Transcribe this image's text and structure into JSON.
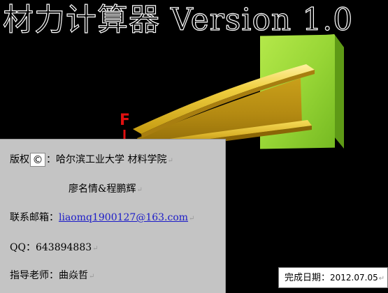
{
  "window": {
    "title": "材力计算器 Version 1.0"
  },
  "scene": {
    "force_label": "F"
  },
  "info": {
    "copyright_label": "版权",
    "copyright_symbol": "©",
    "copyright_sep": "：",
    "institution": "哈尔滨工业大学 材料学院",
    "authors": "廖名情&程鹏辉",
    "email_label": "联系邮箱：",
    "email": "liaomq1900127@163.com",
    "qq_label": "QQ：",
    "qq": "643894883",
    "advisor_label": "指导老师：",
    "advisor": "曲焱哲",
    "paragraph_mark": "↵"
  },
  "footer": {
    "completion_label": "完成日期：",
    "completion_date": "2012.07.05",
    "paragraph_mark": "↵"
  },
  "colors": {
    "background": "#000000",
    "beam": "#d9b21a",
    "wall": "#96d632",
    "force": "#e01010",
    "panel": "#c4c4c4",
    "link": "#1c1cc8"
  }
}
